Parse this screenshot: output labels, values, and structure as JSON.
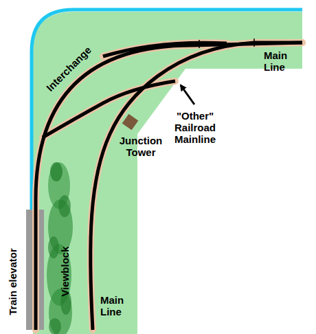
{
  "diagram": {
    "labels": [
      "Interchange",
      "Main Line",
      "Junction Tower",
      "\"Other\" Railroad Mainline",
      "Train elevator",
      "Viewblock",
      "Main Line"
    ]
  }
}
